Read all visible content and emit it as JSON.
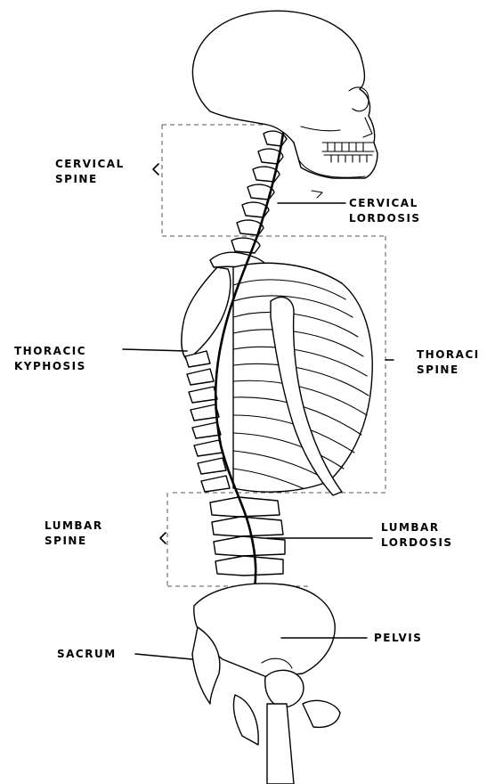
{
  "labels": {
    "cervical_spine": [
      "CERVICAL",
      "SPINE"
    ],
    "cervical_lordosis": [
      "CERVICAL",
      "LORDOSIS"
    ],
    "thoracic_kyphosis": [
      "THORACIC",
      "KYPHOSIS"
    ],
    "thoracic_spine": [
      "THORACI",
      "SPINE"
    ],
    "lumbar_spine": [
      "LUMBAR",
      "SPINE"
    ],
    "lumbar_lordosis": [
      "LUMBAR",
      "LORDOSIS"
    ],
    "sacrum": "SACRUM",
    "pelvis": "PELVIS"
  }
}
